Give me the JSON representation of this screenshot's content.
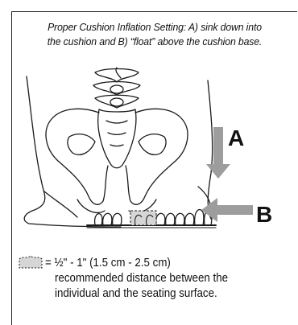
{
  "caption": {
    "line1": "Proper Cushion Inflation Setting: A) sink down into",
    "line2": "the cushion and B) “float” above the cushion base."
  },
  "labels": {
    "a": "A",
    "b": "B"
  },
  "legend": {
    "line1": "= ½\" - 1\" (1.5 cm - 2.5 cm)",
    "line2": "recommended distance between the",
    "line3": "individual and the seating surface."
  },
  "colors": {
    "arrow": "#9d9d9d",
    "gap_fill": "#d6d6d6",
    "outline": "#1a1a1a"
  }
}
